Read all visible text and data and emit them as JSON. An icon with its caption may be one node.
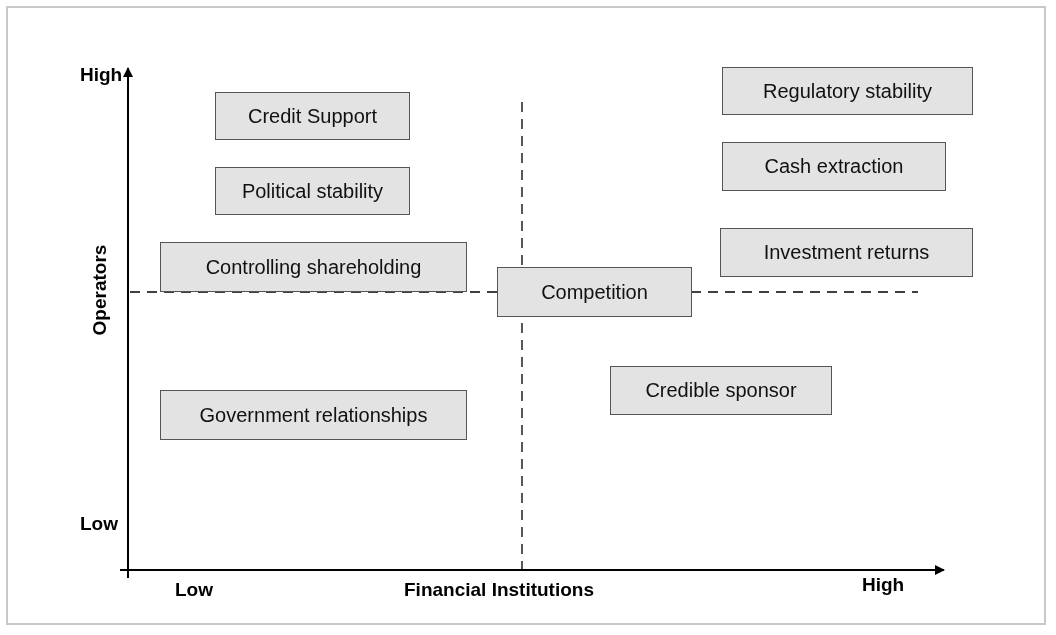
{
  "diagram": {
    "nodes": [
      {
        "text": [
          "Regulatory stability"
        ]
      },
      {
        "text": [
          "Credit Support"
        ]
      },
      {
        "text": [
          "Cash extraction"
        ]
      },
      {
        "text": [
          "Political stability"
        ]
      },
      {
        "text": [
          "Investment returns"
        ]
      },
      {
        "text": [
          "Controlling shareholding"
        ]
      },
      {
        "text": [
          "Competition"
        ]
      },
      {
        "text": [
          "Credible sponsor"
        ]
      },
      {
        "text": [
          "Government relationships"
        ]
      }
    ],
    "labels": [
      "High",
      "Operators",
      "Low",
      "Low",
      "Financial Institutions",
      "High"
    ]
  }
}
